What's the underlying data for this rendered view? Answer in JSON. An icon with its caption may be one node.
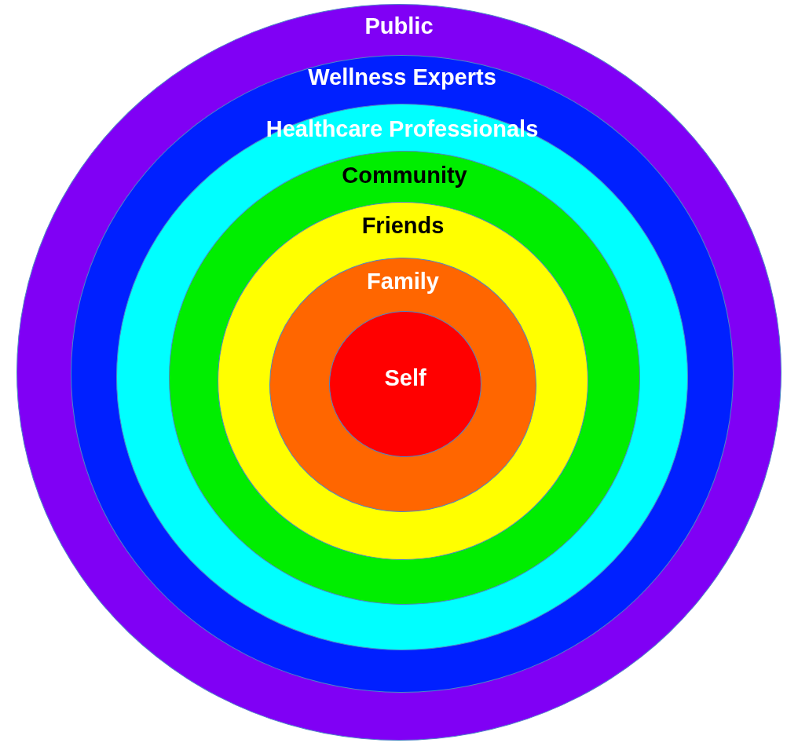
{
  "diagram": {
    "nodes": [
      {
        "text": [
          "Public"
        ]
      },
      {
        "text": [
          "Wellness Experts"
        ],
        "in": 0
      },
      {
        "text": [
          "Healthcare Professionals"
        ],
        "in": 1
      },
      {
        "text": [
          "Community"
        ],
        "in": 2
      },
      {
        "text": [
          "Friends"
        ],
        "in": 3
      },
      {
        "text": [
          "Family"
        ],
        "in": 4
      },
      {
        "text": [
          "Self"
        ],
        "in": 5
      }
    ]
  }
}
